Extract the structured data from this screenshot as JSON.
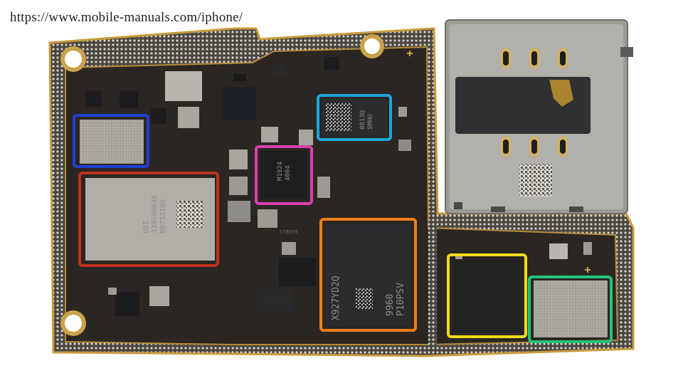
{
  "source": {
    "url": "https://www.mobile-manuals.com/iphone/"
  },
  "chips": {
    "red": {
      "lines": [
        "USI",
        "339S00648",
        "80753109"
      ],
      "color": "#c0321e"
    },
    "orange": {
      "lines": [
        "X927YD2Q",
        "9960",
        "P10PSV"
      ],
      "color": "#f07f1a"
    },
    "magenta": {
      "lines": [
        "M1924",
        "4004"
      ],
      "color": "#d83fb0"
    },
    "cyan": {
      "lines": [
        "8013Q",
        "5MHU"
      ],
      "color": "#1ea6d8"
    },
    "blue": {
      "lines": [],
      "color": "#1f3fd0"
    },
    "yellow": {
      "lines": [],
      "color": "#f0dc16"
    },
    "green": {
      "lines": [],
      "color": "#22c47a"
    }
  },
  "misc_labels": {
    "small_chip": "ST8859"
  }
}
